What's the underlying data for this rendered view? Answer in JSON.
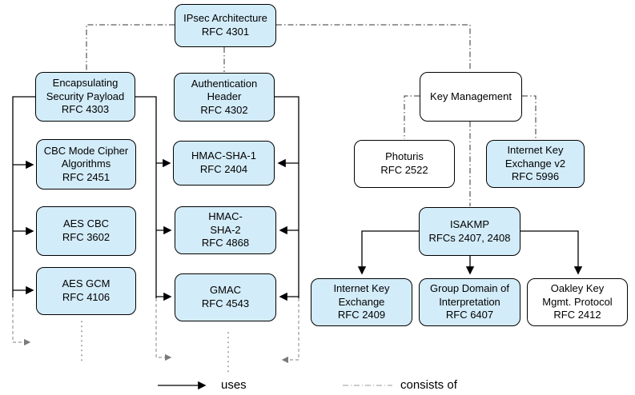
{
  "diagram": {
    "nodes": {
      "ipsec": {
        "label": "IPsec Architecture\nRFC 4301",
        "fill": "blue"
      },
      "esp": {
        "label": "Encapsulating\nSecurity Payload\nRFC 4303",
        "fill": "blue"
      },
      "ah": {
        "label": "Authentication\nHeader\nRFC 4302",
        "fill": "blue"
      },
      "cbc": {
        "label": "CBC Mode Cipher\nAlgorithms\nRFC 2451",
        "fill": "blue"
      },
      "hmac_sha1": {
        "label": "HMAC-SHA-1\nRFC 2404",
        "fill": "blue"
      },
      "aes_cbc": {
        "label": "AES CBC\nRFC 3602",
        "fill": "blue"
      },
      "hmac_sha2": {
        "label": "HMAC-\nSHA-2\nRFC 4868",
        "fill": "blue"
      },
      "aes_gcm": {
        "label": "AES GCM\nRFC 4106",
        "fill": "blue"
      },
      "gmac": {
        "label": "GMAC\nRFC 4543",
        "fill": "blue"
      },
      "key_mgmt": {
        "label": "Key Management",
        "fill": "white"
      },
      "photuris": {
        "label": "Photuris\nRFC 2522",
        "fill": "white"
      },
      "ikev2": {
        "label": "Internet Key\nExchange v2\nRFC 5996",
        "fill": "blue"
      },
      "isakmp": {
        "label": "ISAKMP\nRFCs 2407, 2408",
        "fill": "blue"
      },
      "ike": {
        "label": "Internet Key\nExchange\nRFC 2409",
        "fill": "blue"
      },
      "gdoi": {
        "label": "Group Domain of\nInterpretation\nRFC 6407",
        "fill": "blue"
      },
      "oakley": {
        "label": "Oakley Key\nMgmt. Protocol\nRFC 2412",
        "fill": "white"
      }
    },
    "legend": {
      "uses": "uses",
      "consists_of": "consists of"
    },
    "colors": {
      "node_fill_blue": "#d3ecf9",
      "node_fill_white": "#ffffff",
      "node_border": "#000000",
      "uses_line": "#000000",
      "consists_of_line": "#333333",
      "continuation_gray": "#999999"
    }
  }
}
